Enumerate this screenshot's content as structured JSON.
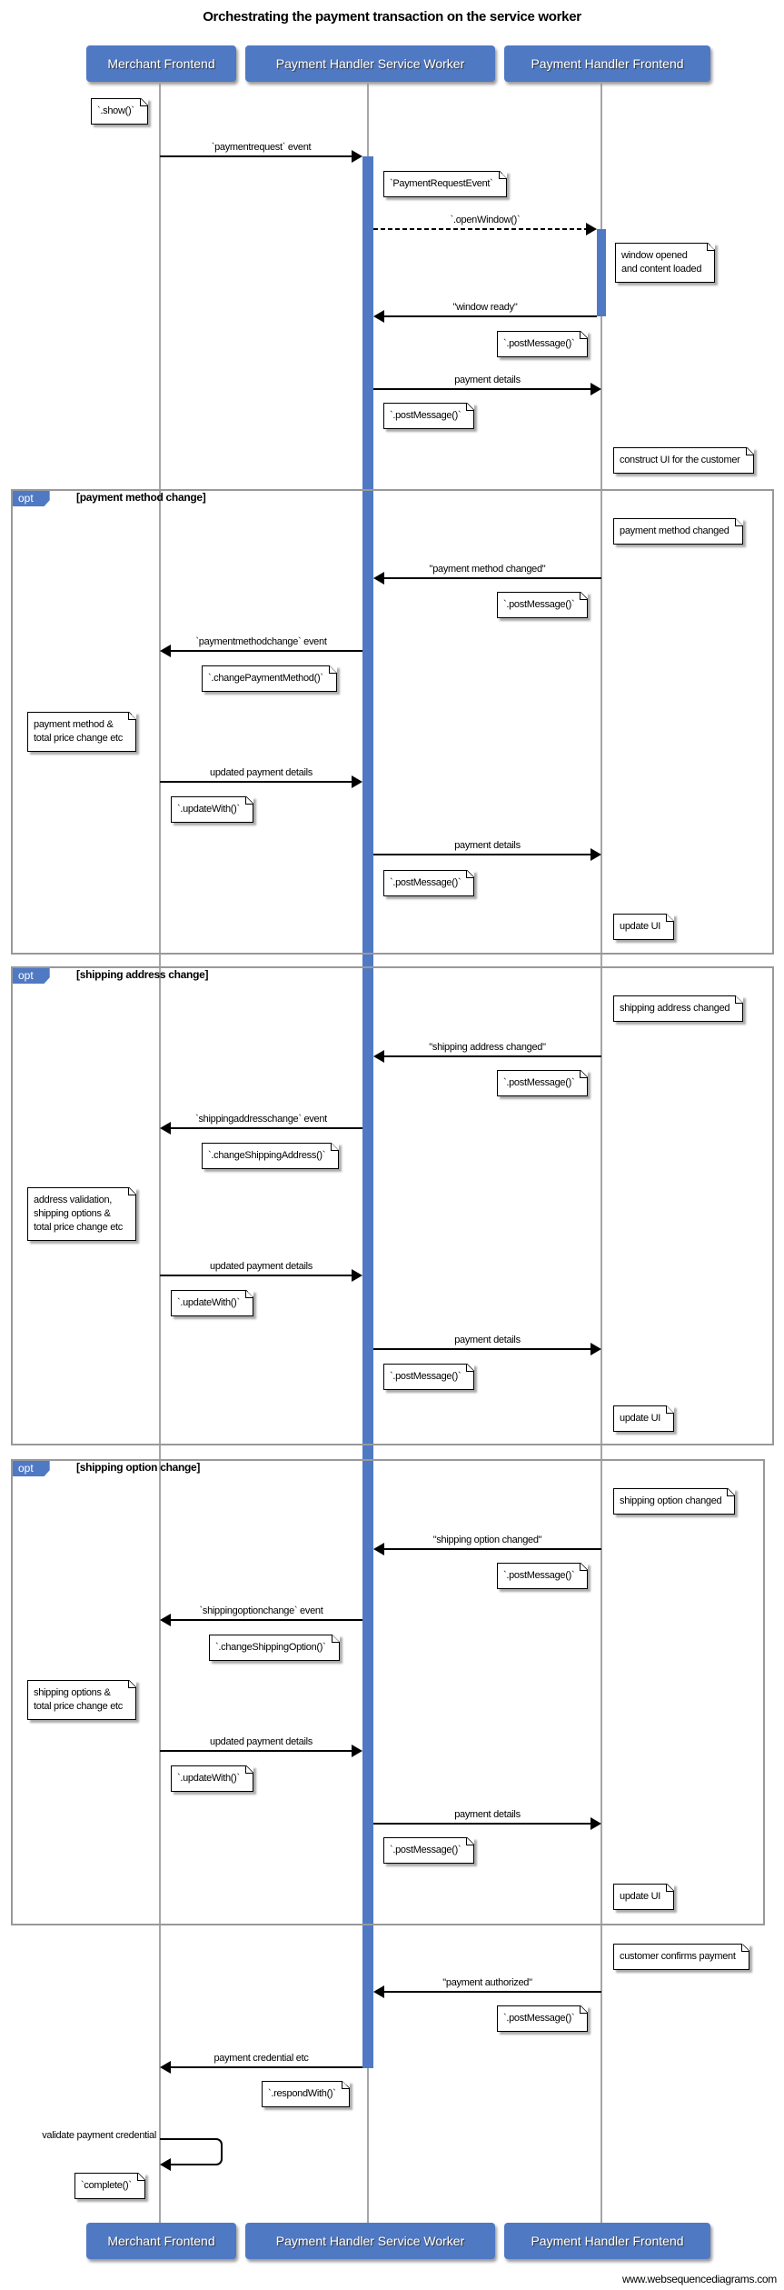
{
  "title": "Orchestrating the payment transaction on the service worker",
  "participants": {
    "mf": "Merchant Frontend",
    "sw": "Payment Handler Service Worker",
    "phf": "Payment Handler Frontend"
  },
  "colors": {
    "actor": "#5079c4",
    "activation": "#5079c4",
    "frame": "#999999"
  },
  "events": [
    {
      "kind": "note",
      "text": "`.show()`"
    },
    {
      "kind": "msg",
      "from": "mf",
      "to": "sw",
      "text": "`paymentrequest` event"
    },
    {
      "kind": "note",
      "text": "`PaymentRequestEvent`"
    },
    {
      "kind": "msg",
      "from": "sw",
      "to": "phf",
      "text": "`.openWindow()`",
      "dashed": true
    },
    {
      "kind": "note",
      "text": "window opened\nand content loaded"
    },
    {
      "kind": "msg",
      "from": "phf",
      "to": "sw",
      "text": "\"window ready\""
    },
    {
      "kind": "note",
      "text": "`.postMessage()`"
    },
    {
      "kind": "msg",
      "from": "sw",
      "to": "phf",
      "text": "payment details"
    },
    {
      "kind": "note",
      "text": "`.postMessage()`"
    },
    {
      "kind": "note",
      "text": "construct UI for the customer"
    },
    {
      "kind": "opt",
      "tab": "opt",
      "text": "[payment method change]"
    },
    {
      "kind": "note",
      "text": "payment method changed"
    },
    {
      "kind": "msg",
      "from": "phf",
      "to": "sw",
      "text": "\"payment method changed\""
    },
    {
      "kind": "note",
      "text": "`.postMessage()`"
    },
    {
      "kind": "msg",
      "from": "sw",
      "to": "mf",
      "text": "`paymentmethodchange` event"
    },
    {
      "kind": "note",
      "text": "`.changePaymentMethod()`"
    },
    {
      "kind": "note",
      "text": "payment method &\ntotal price change etc"
    },
    {
      "kind": "msg",
      "from": "mf",
      "to": "sw",
      "text": "updated payment details"
    },
    {
      "kind": "note",
      "text": "`.updateWith()`"
    },
    {
      "kind": "msg",
      "from": "sw",
      "to": "phf",
      "text": "payment details"
    },
    {
      "kind": "note",
      "text": "`.postMessage()`"
    },
    {
      "kind": "note",
      "text": "update UI"
    },
    {
      "kind": "opt",
      "tab": "opt",
      "text": "[shipping address change]"
    },
    {
      "kind": "note",
      "text": "shipping address changed"
    },
    {
      "kind": "msg",
      "from": "phf",
      "to": "sw",
      "text": "\"shipping address changed\""
    },
    {
      "kind": "note",
      "text": "`.postMessage()`"
    },
    {
      "kind": "msg",
      "from": "sw",
      "to": "mf",
      "text": "`shippingaddresschange` event"
    },
    {
      "kind": "note",
      "text": "`.changeShippingAddress()`"
    },
    {
      "kind": "note",
      "text": "address validation,\nshipping options &\ntotal price change etc"
    },
    {
      "kind": "msg",
      "from": "mf",
      "to": "sw",
      "text": "updated payment details"
    },
    {
      "kind": "note",
      "text": "`.updateWith()`"
    },
    {
      "kind": "msg",
      "from": "sw",
      "to": "phf",
      "text": "payment details"
    },
    {
      "kind": "note",
      "text": "`.postMessage()`"
    },
    {
      "kind": "note",
      "text": "update UI"
    },
    {
      "kind": "opt",
      "tab": "opt",
      "text": "[shipping option change]"
    },
    {
      "kind": "note",
      "text": "shipping option changed"
    },
    {
      "kind": "msg",
      "from": "phf",
      "to": "sw",
      "text": "\"shipping option changed\""
    },
    {
      "kind": "note",
      "text": "`.postMessage()`"
    },
    {
      "kind": "msg",
      "from": "sw",
      "to": "mf",
      "text": "`shippingoptionchange` event"
    },
    {
      "kind": "note",
      "text": "`.changeShippingOption()`"
    },
    {
      "kind": "note",
      "text": "shipping options &\ntotal price change etc"
    },
    {
      "kind": "msg",
      "from": "mf",
      "to": "sw",
      "text": "updated payment details"
    },
    {
      "kind": "note",
      "text": "`.updateWith()`"
    },
    {
      "kind": "msg",
      "from": "sw",
      "to": "phf",
      "text": "payment details"
    },
    {
      "kind": "note",
      "text": "`.postMessage()`"
    },
    {
      "kind": "note",
      "text": "update UI"
    },
    {
      "kind": "note",
      "text": "customer confirms payment"
    },
    {
      "kind": "msg",
      "from": "phf",
      "to": "sw",
      "text": "\"payment authorized\""
    },
    {
      "kind": "note",
      "text": "`.postMessage()`"
    },
    {
      "kind": "msg",
      "from": "sw",
      "to": "mf",
      "text": "payment credential etc"
    },
    {
      "kind": "note",
      "text": "`.respondWith()`"
    },
    {
      "kind": "self",
      "from": "mf",
      "text": "validate payment credential"
    },
    {
      "kind": "note",
      "text": "`complete()`"
    }
  ],
  "footer": "www.websequencediagrams.com"
}
